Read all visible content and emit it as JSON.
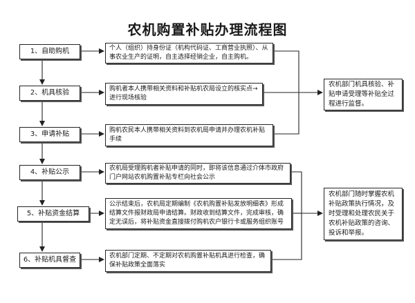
{
  "title": "农机购置补贴办理流程图",
  "steps": [
    {
      "label": "1、自助购机"
    },
    {
      "label": "2、机具核验"
    },
    {
      "label": "3、申请补贴"
    },
    {
      "label": "4、补贴公示"
    },
    {
      "label": "5、补贴资金结算"
    },
    {
      "label": "6、补贴机具督查"
    }
  ],
  "descriptions": [
    "个人（组织）持身份证（机构代码证、工商营业执照）、从事农业生产的证明，自主选择经销企业，自主购机。",
    "购机者本人携带相关资料和补贴机农局设立的核实点→进行现场核验",
    "购机农民本人携带相关资料到农机局申请并办理农机补贴手续",
    "农机局受理购机者补贴申请的同时，即将该信息通过介体市政府门户网站农机购置补贴专栏向社会公示",
    "公示结束后，农机局定期编制《农机购置补贴发放明细表》形成结算文件报财政局申请结算。财政收到结算文件，完成审核，确定无误后，将补贴资金直接拨付购机农户银行卡或服务组织账号",
    "农机部门定期、不定期对农机购置补贴机具进行检查，确保补贴政策全面落实"
  ],
  "side_notes": [
    "农机部门机具核验、补贴申请受理等补贴全过程进行监督。",
    "农机部门随时掌握农机补贴政策执行情况，及时受理和处理农民关于农机补贴政策的咨询、投诉和举报。"
  ]
}
